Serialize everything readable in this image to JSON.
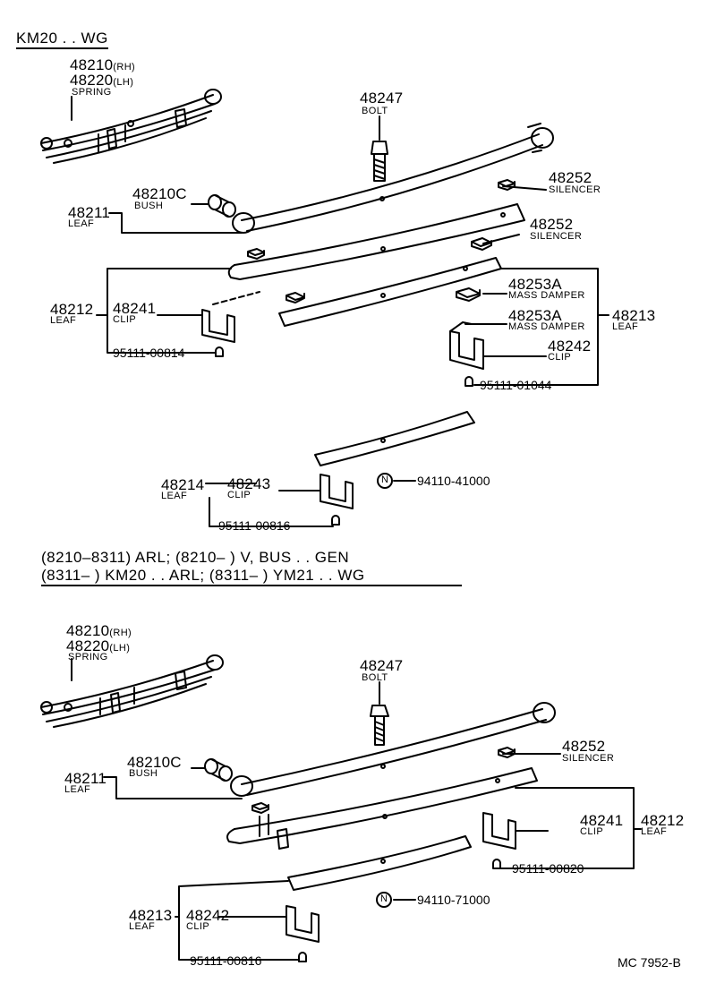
{
  "section1": {
    "header": "KM20 . . WG",
    "spring": {
      "rh": "48210",
      "rh_tag": "(RH)",
      "lh": "48220",
      "lh_tag": "(LH)",
      "name": "SPRING"
    },
    "bolt": {
      "num": "48247",
      "name": "BOLT"
    },
    "silencer_a": {
      "num": "48252",
      "name": "SILENCER"
    },
    "silencer_b": {
      "num": "48252",
      "name": "SILENCER"
    },
    "bush": {
      "num": "48210C",
      "name": "BUSH"
    },
    "leaf1": {
      "num": "48211",
      "name": "LEAF"
    },
    "leaf2": {
      "num": "48212",
      "name": "LEAF"
    },
    "clip1": {
      "num": "48241",
      "name": "CLIP"
    },
    "rivet1": "95111-00814",
    "damper_a": {
      "num": "48253A",
      "name": "MASS DAMPER"
    },
    "damper_b": {
      "num": "48253A",
      "name": "MASS DAMPER"
    },
    "leaf3": {
      "num": "48213",
      "name": "LEAF"
    },
    "clip2": {
      "num": "48242",
      "name": "CLIP"
    },
    "rivet2": "95111-01044",
    "leaf4": {
      "num": "48214",
      "name": "LEAF"
    },
    "clip3": {
      "num": "48243",
      "name": "CLIP"
    },
    "nut_symbol": "N",
    "nut": "94110-41000",
    "rivet3": "95111-00816"
  },
  "section2": {
    "header_line1": "(8210–8311) ARL; (8210–          ) V, BUS . . GEN",
    "header_line2": "(8311–          ) KM20 . . ARL; (8311–          ) YM21 . . WG",
    "spring": {
      "rh": "48210",
      "rh_tag": "(RH)",
      "lh": "48220",
      "lh_tag": "(LH)",
      "name": "SPRING"
    },
    "bolt": {
      "num": "48247",
      "name": "BOLT"
    },
    "bush": {
      "num": "48210C",
      "name": "BUSH"
    },
    "silencer": {
      "num": "48252",
      "name": "SILENCER"
    },
    "leaf1": {
      "num": "48211",
      "name": "LEAF"
    },
    "clip1": {
      "num": "48241",
      "name": "CLIP"
    },
    "leaf2": {
      "num": "48212",
      "name": "LEAF"
    },
    "rivet1": "95111-00820",
    "nut_symbol": "N",
    "nut": "94110-71000",
    "leaf3": {
      "num": "48213",
      "name": "LEAF"
    },
    "clip2": {
      "num": "48242",
      "name": "CLIP"
    },
    "rivet2": "95111-00816"
  },
  "footer": {
    "code": "MC  7952-B"
  }
}
